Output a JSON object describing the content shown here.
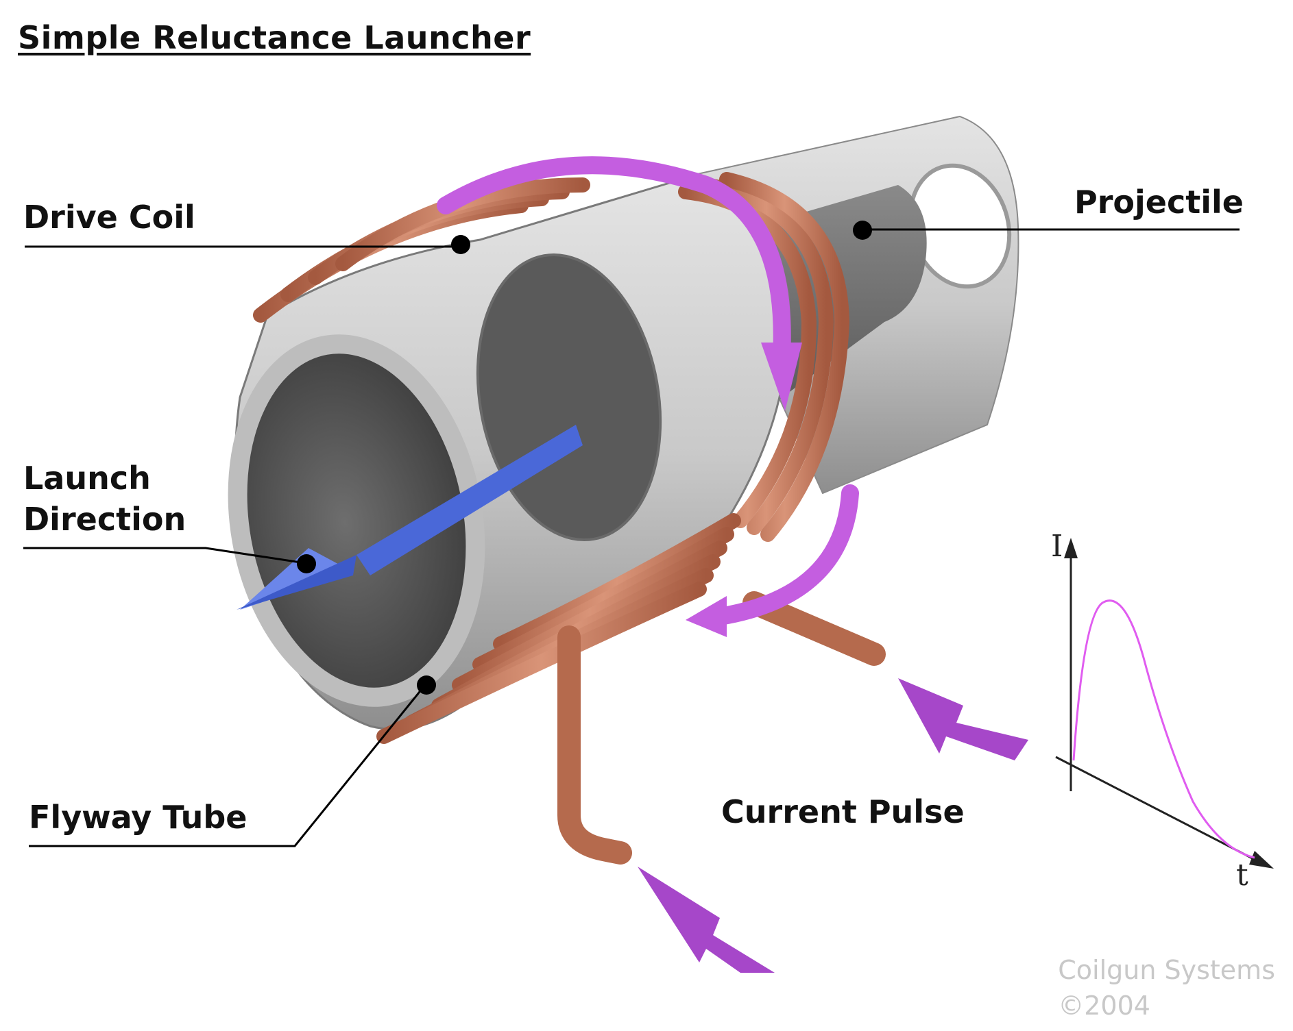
{
  "title": "Simple Reluctance Launcher",
  "labels": {
    "drive_coil": "Drive Coil",
    "projectile": "Projectile",
    "launch_direction_line1": "Launch",
    "launch_direction_line2": "Direction",
    "flyway_tube": "Flyway Tube",
    "current_pulse": "Current Pulse"
  },
  "graph": {
    "y_axis_label": "I",
    "x_axis_label": "t"
  },
  "credit": {
    "line1": "Coilgun Systems",
    "line2": "©2004"
  },
  "colors": {
    "coil_copper": "#c0765a",
    "tube_gray": "#b9b9b9",
    "projectile_dark": "#555555",
    "current_arrow": "#b44fd0",
    "launch_arrow": "#4f6fd8",
    "pulse_curve": "#e05cf0"
  }
}
